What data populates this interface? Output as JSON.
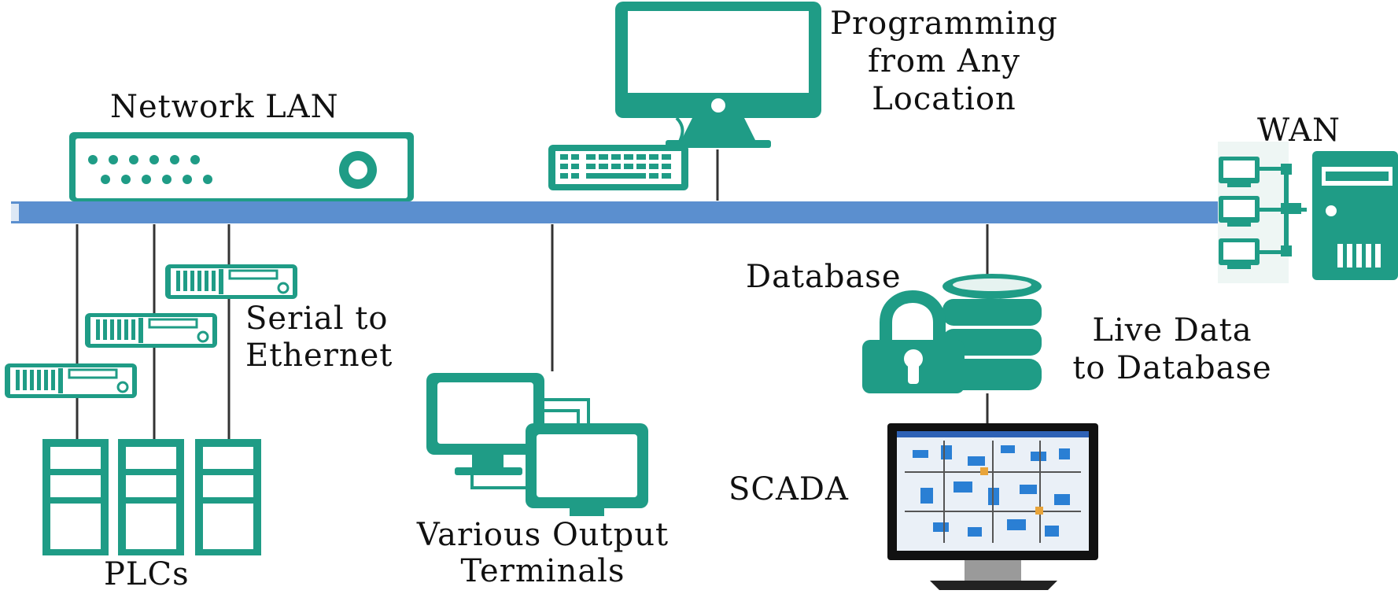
{
  "labels": {
    "network_lan": "Network LAN",
    "programming_line1": "Programming",
    "programming_line2": "from Any",
    "programming_line3": "Location",
    "wan": "WAN",
    "database": "Database",
    "serial_line1": "Serial to",
    "serial_line2": "Ethernet",
    "live_data_line1": "Live Data",
    "live_data_line2": "to Database",
    "scada": "SCADA",
    "terminals_line1": "Various Output",
    "terminals_line2": "Terminals",
    "plcs": "PLCs"
  },
  "colors": {
    "teal": "#1f9c86",
    "bus_blue": "#5b8fcf",
    "line": "#333333"
  }
}
